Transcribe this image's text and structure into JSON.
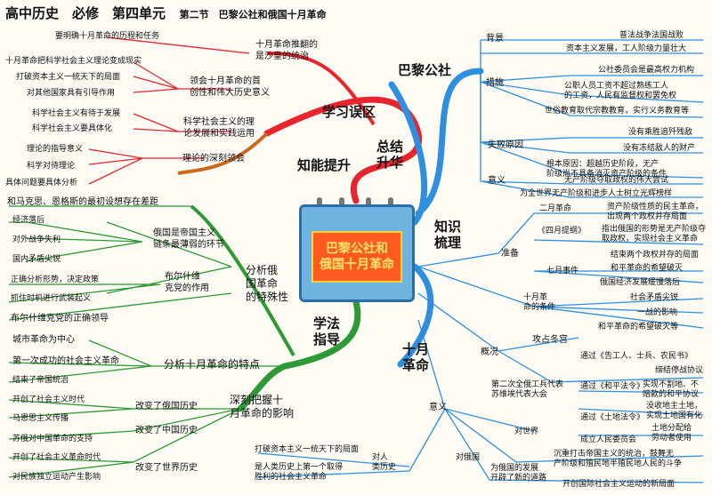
{
  "header": {
    "title": "高中历史　必修　第四单元",
    "subtitle": "第二节　巴黎公社和俄国十月革命"
  },
  "center": {
    "line1": "巴黎公社和",
    "line2": "俄国十月革命"
  },
  "branches": {
    "summary": {
      "line1": "总结",
      "line2": "升华"
    },
    "knowledge": {
      "line1": "知识",
      "line2": "梳理"
    },
    "method": {
      "line1": "学法",
      "line2": "指导"
    },
    "ability": "知能提升",
    "errors": "学习误区",
    "paris": "巴黎公社",
    "october": {
      "line1": "十月",
      "line2": "革命"
    }
  },
  "summary_items": [
    {
      "label": [
        "十月革命推翻的",
        "是沙皇的统治"
      ],
      "children": [
        "要明确十月革命的历程和任务"
      ]
    },
    {
      "label": [
        "领会十月革命的首",
        "创性和伟大历史意义"
      ],
      "children": [
        "十月革命把科学社会主义理论变成现实",
        "打破资本主义一统天下的局面",
        "对其他国家具有引导作用"
      ]
    },
    {
      "label": [
        "科学社会主义的理",
        "论发展和实践运用"
      ],
      "children": [
        "科学社会主义有待于发展",
        "科学社会主义要具体化"
      ]
    },
    {
      "label": [
        "理论的深刻领会"
      ],
      "children": [
        "理论的指导意义",
        "科学对待理论",
        "具体问题要具体分析"
      ]
    }
  ],
  "method_items": [
    {
      "label": [
        "分析俄",
        "国革命",
        "的特殊性"
      ],
      "top": "和马克思、恩格斯的最初设想存在差距",
      "subs": [
        {
          "label": [
            "俄国是帝国主义",
            "链条最薄弱的环节"
          ],
          "children": [
            "经济落后",
            "对外战争失利",
            "国内矛盾尖锐"
          ]
        },
        {
          "label": [
            "布尔什维",
            "克党的作用"
          ],
          "children": [
            "正确分析形势，决定政策",
            "抓住时机进行武装起义"
          ]
        }
      ],
      "bottom": "布尔什维克党的正确领导"
    },
    {
      "label": [
        "分析十月革命的特点"
      ],
      "children": [
        "城市革命为中心",
        "第一次成功的社会主义革命",
        "结束了帝国统治"
      ]
    },
    {
      "label": [
        "深刻把握十",
        "月革命的影响"
      ],
      "subs": [
        {
          "label": [
            "改变了俄国历史"
          ],
          "children": [
            "开创了社会主义时代",
            "马恩思主义传播"
          ]
        },
        {
          "label": [
            "改变了中国历史"
          ],
          "children": [
            "苏俄对中国革命的支持"
          ]
        },
        {
          "label": [
            "改变了世界历史"
          ],
          "children": [
            "开创了社会主义革命时代",
            "对民族独立运动产生影响"
          ]
        }
      ]
    }
  ],
  "paris_items": [
    {
      "label": "背景",
      "children": [
        "普法战争法国战败",
        "资本主义发展，工人阶级力量壮大"
      ]
    },
    {
      "label": "措施",
      "children": [
        "公社委员会是最高权力机构",
        "公职人员工资不超过熟练工人\n的工资，人民有监督权和罢免权",
        "世俗教育取代宗教教育，实行义务教育等"
      ]
    },
    {
      "label": "失败原因",
      "children": [
        "没有乘胜追歼残敌",
        "没有冻结敌人的财产",
        "根本原因：超越历史阶段，无产\n阶级尚不具备消灭资产阶级的条件"
      ]
    },
    {
      "label": "意义",
      "children": [
        "无产阶级夺取政权的伟大尝试",
        "为全世界无产阶级和进步人士树立光辉榜样"
      ]
    }
  ],
  "october_items": {
    "prepare": {
      "label": "准备",
      "feb": "二月革命",
      "feb_note": [
        "资产阶级性质的民主革命，",
        "出现两个政权并存局面"
      ],
      "april": "《四月提纲》",
      "april_note": [
        "指出俄国的形势是无产阶级夺",
        "取政权，实现社会主义革命"
      ],
      "july": "七月事件",
      "july_notes": [
        "结束两个政权并存的局面",
        "和平革命的希望破灭"
      ]
    },
    "conditions": {
      "label": [
        "十月革",
        "命的条件"
      ],
      "children": [
        "俄国经济发展缓慢落后",
        "社会矛盾尖锐",
        "一战的影响",
        "和平革命的希望破灭等"
      ]
    },
    "overview": {
      "label": "概况",
      "storm": "攻占冬宫",
      "congress": [
        "第二次全俄工兵代表",
        "苏维埃代表大会"
      ],
      "decrees": [
        {
          "label": "通过《告工人、士兵、农民书》",
          "notes": []
        },
        {
          "label": "通过《和平法令》",
          "notes": [
            "缔结停战协议",
            "实现不割地、不\n赔款的和平协议"
          ]
        },
        {
          "label": "通过《土地法令》",
          "notes": [
            "没收地主土地，\n实现土地国有化",
            "土地分配给\n劳动者使用"
          ]
        },
        {
          "label": "成立人民委员会",
          "notes": []
        }
      ]
    },
    "meaning": {
      "label": "意义",
      "world": {
        "label": "对世界",
        "notes": [
          "沉重打击帝国主义的统治，鼓舞无\n产阶级和殖民地半殖民地人民的斗争"
        ]
      },
      "russia": {
        "label": "对俄国",
        "notes": [
          "为俄国的发展\n开辟了新的道路"
        ]
      },
      "human": {
        "label": [
          "对人",
          "类历史"
        ],
        "notes": [
          "打破资本主义一统天下的局面",
          "是人类历史上第一个取得\n胜利的社会主义革命"
        ]
      },
      "last": "开创国际社会主义运动的新局面"
    }
  },
  "colors": {
    "summary": "#e8252e",
    "knowledge": "#2e8fde",
    "method": "#2e9a35",
    "ability": "#c96a1c",
    "center_fill": "#ff5a1f",
    "center_text": "#ffe66a"
  }
}
